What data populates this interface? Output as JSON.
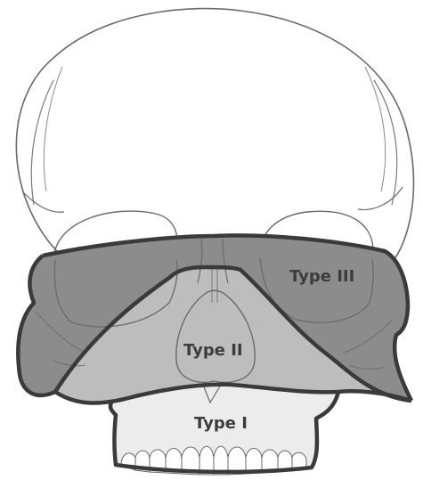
{
  "labels": {
    "type_iii": "Type III",
    "type_ii": "Type II",
    "type_i": "Type I"
  },
  "colors": {
    "outline": "#3a3a3a",
    "thin_line": "#6a6a6a",
    "type_iii_fill": "#8c8c8c",
    "type_ii_fill": "#bdbdbd",
    "type_i_fill": "#ececec",
    "label_text": "#3c3c3c"
  }
}
